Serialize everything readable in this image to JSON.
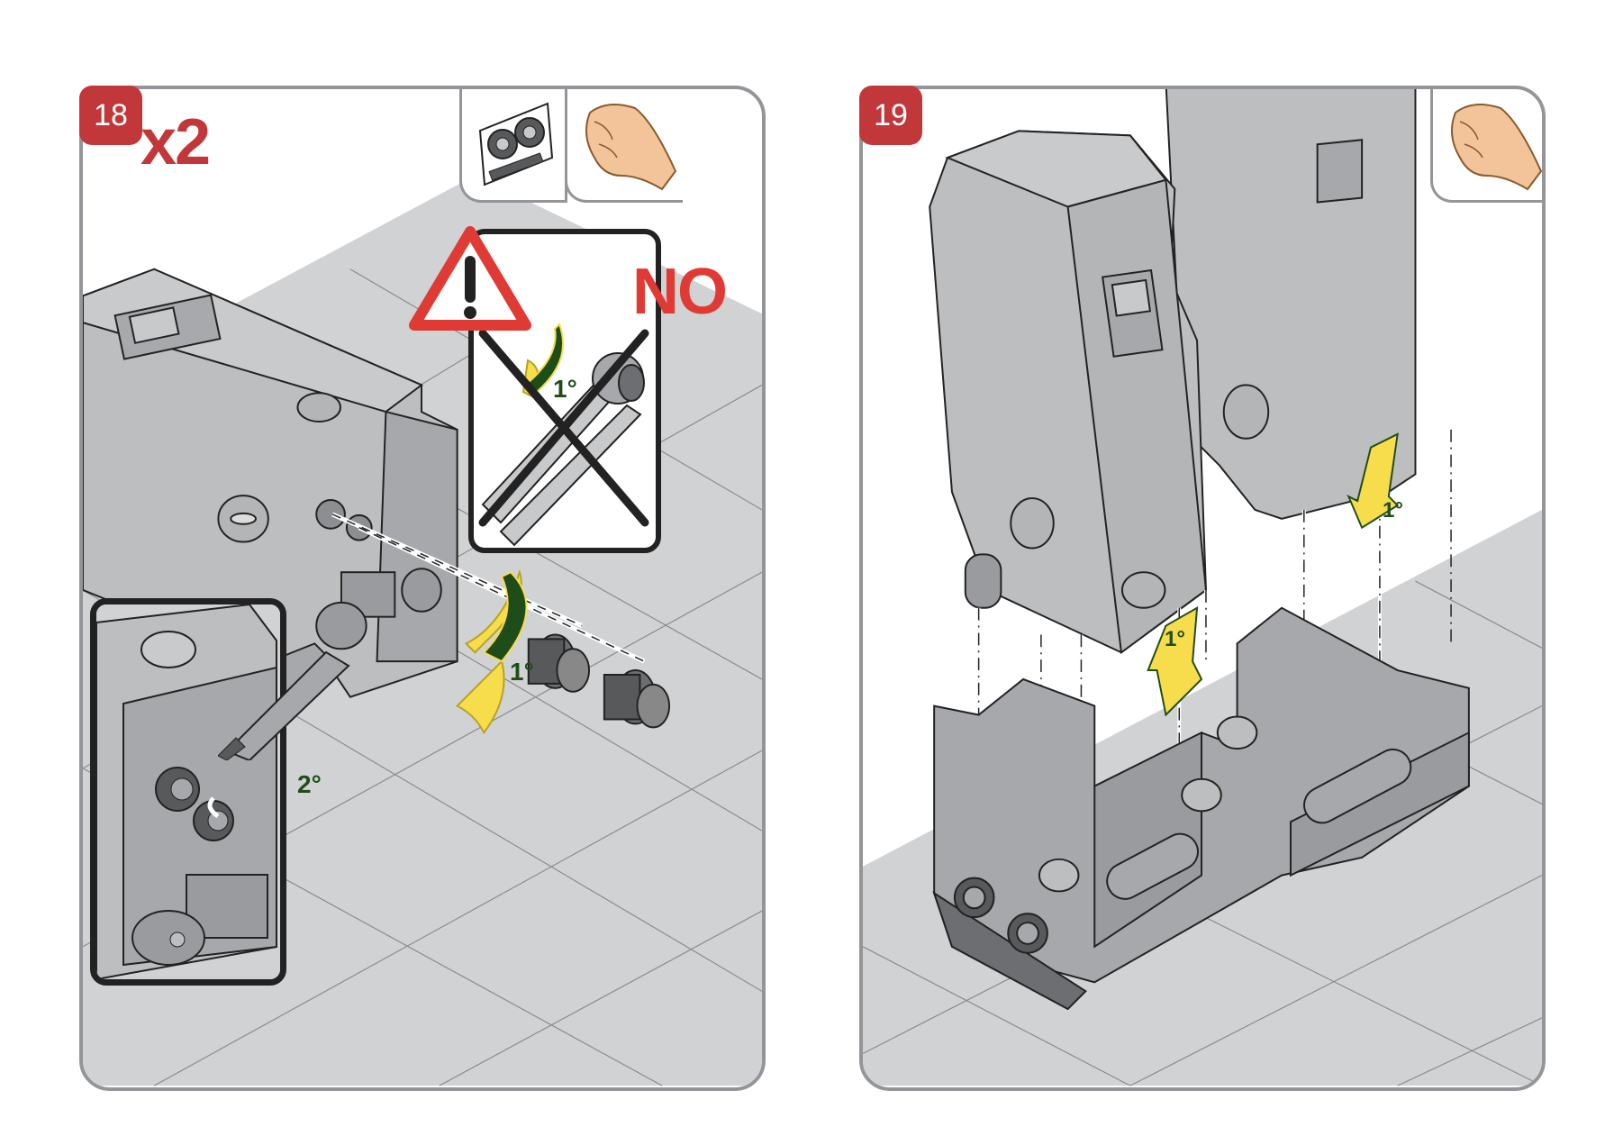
{
  "document": {
    "type": "installation-instructions",
    "colors": {
      "badge": "#c1373a",
      "no_text": "#e03a35",
      "warning_triangle": "#e03a35",
      "arrow_yellow": "#f7dc4b",
      "arrow_green": "#1f4d1a",
      "floor": "#d1d2d4",
      "frame": "#939598",
      "device": "#bdbec0"
    }
  },
  "steps": [
    {
      "number": "18",
      "multiplier": "x2",
      "tools": [
        {
          "name": "thread-sealant-kit-icon"
        },
        {
          "name": "hand-tighten-icon"
        }
      ],
      "warning": {
        "icon": "warning-triangle-icon",
        "label": "NO",
        "prohibited_tool": "pipe-wrench-icon",
        "rotation_label": "1°"
      },
      "rotation_label": "1°",
      "inset": {
        "sealant_label": "2°"
      }
    },
    {
      "number": "19",
      "tools": [
        {
          "name": "hand-tighten-icon"
        }
      ],
      "arrows": [
        {
          "label": "1°"
        },
        {
          "label": "1°"
        }
      ]
    }
  ]
}
